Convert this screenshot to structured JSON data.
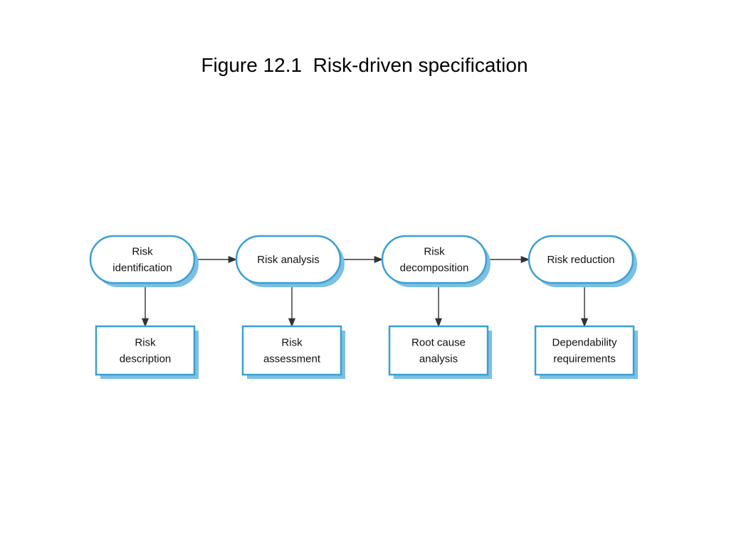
{
  "title": "Figure 12.1  Risk-driven specification",
  "colors": {
    "shadow": "#7dc0e2",
    "border": "#3a9fd4",
    "fill": "#ffffff",
    "arrow": "#333333"
  },
  "stages": [
    {
      "id": "risk-identification",
      "lines": [
        "Risk",
        "identification"
      ]
    },
    {
      "id": "risk-analysis",
      "lines": [
        "Risk analysis"
      ]
    },
    {
      "id": "risk-decomposition",
      "lines": [
        "Risk",
        "decomposition"
      ]
    },
    {
      "id": "risk-reduction",
      "lines": [
        "Risk reduction"
      ]
    }
  ],
  "outputs": [
    {
      "id": "risk-description",
      "lines": [
        "Risk",
        "description"
      ]
    },
    {
      "id": "risk-assessment",
      "lines": [
        "Risk",
        "assessment"
      ]
    },
    {
      "id": "root-cause-analysis",
      "lines": [
        "Root cause",
        "analysis"
      ]
    },
    {
      "id": "dependability-requirements",
      "lines": [
        "Dependability",
        "requirements"
      ]
    }
  ]
}
